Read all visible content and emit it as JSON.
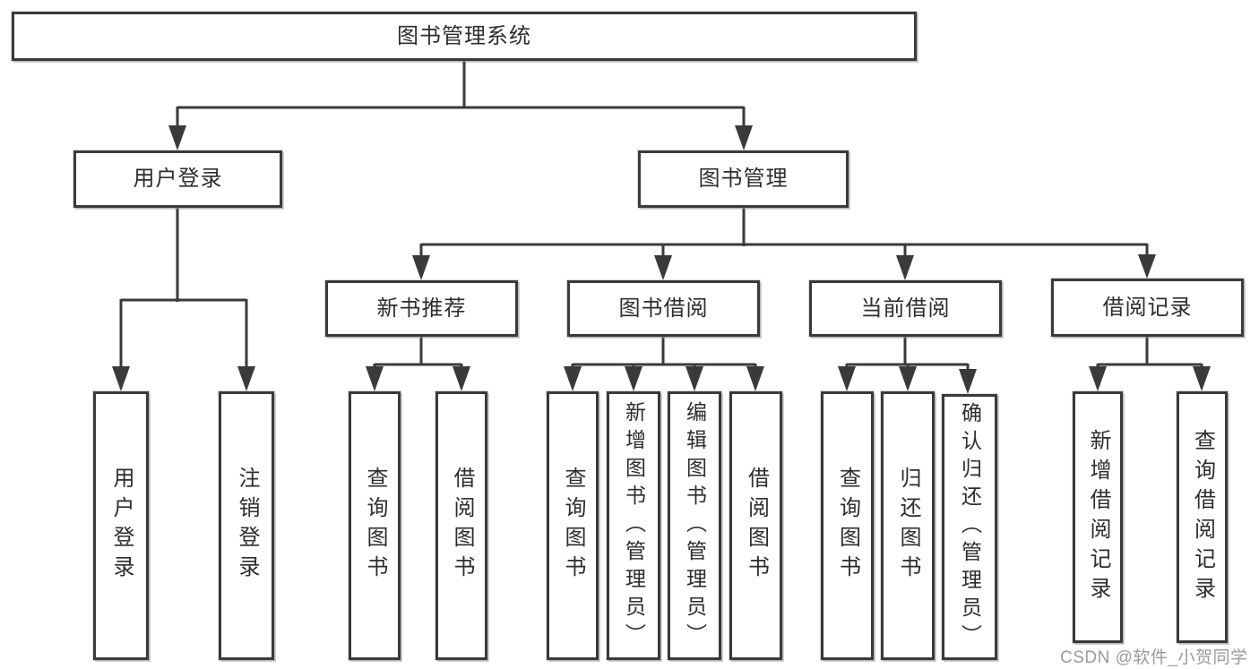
{
  "diagram_title": "图书管理系统",
  "boxes": {
    "root": {
      "label": "图书管理系统"
    },
    "user_login": {
      "label": "用户登录"
    },
    "book_management": {
      "label": "图书管理"
    },
    "new_book_recommend": {
      "label": "新书推荐"
    },
    "book_borrowing": {
      "label": "图书借阅"
    },
    "current_borrowing": {
      "label": "当前借阅"
    },
    "borrowing_records": {
      "label": "借阅记录"
    },
    "leaf_user_login": {
      "label": "用户登录",
      "parent": "用户登录"
    },
    "leaf_logout": {
      "label": "注销登录",
      "parent": "用户登录"
    },
    "leaf_nb_query": {
      "label": "查询图书",
      "parent": "新书推荐"
    },
    "leaf_nb_borrow": {
      "label": "借阅图书",
      "parent": "新书推荐"
    },
    "leaf_bb_query": {
      "label": "查询图书",
      "parent": "图书借阅"
    },
    "leaf_bb_add": {
      "label": "新增图书（管理员）",
      "parent": "图书借阅"
    },
    "leaf_bb_edit": {
      "label": "编辑图书（管理员）",
      "parent": "图书借阅"
    },
    "leaf_bb_borrow": {
      "label": "借阅图书",
      "parent": "图书借阅"
    },
    "leaf_cb_query": {
      "label": "查询图书",
      "parent": "当前借阅"
    },
    "leaf_cb_return": {
      "label": "归还图书",
      "parent": "当前借阅"
    },
    "leaf_cb_confirm": {
      "label": "确认归还（管理员）",
      "parent": "当前借阅"
    },
    "leaf_br_add": {
      "label": "新增借阅记录",
      "parent": "借阅记录"
    },
    "leaf_br_query": {
      "label": "查询借阅记录",
      "parent": "借阅记录"
    }
  },
  "watermark": {
    "text": "CSDN @软件_小贺同学"
  },
  "colors": {
    "background": "#ffffff",
    "line": "#3a3a3a",
    "box_border": "#3a3a3a",
    "text": "#2d2d2d",
    "watermark": "#9b9b9b"
  }
}
